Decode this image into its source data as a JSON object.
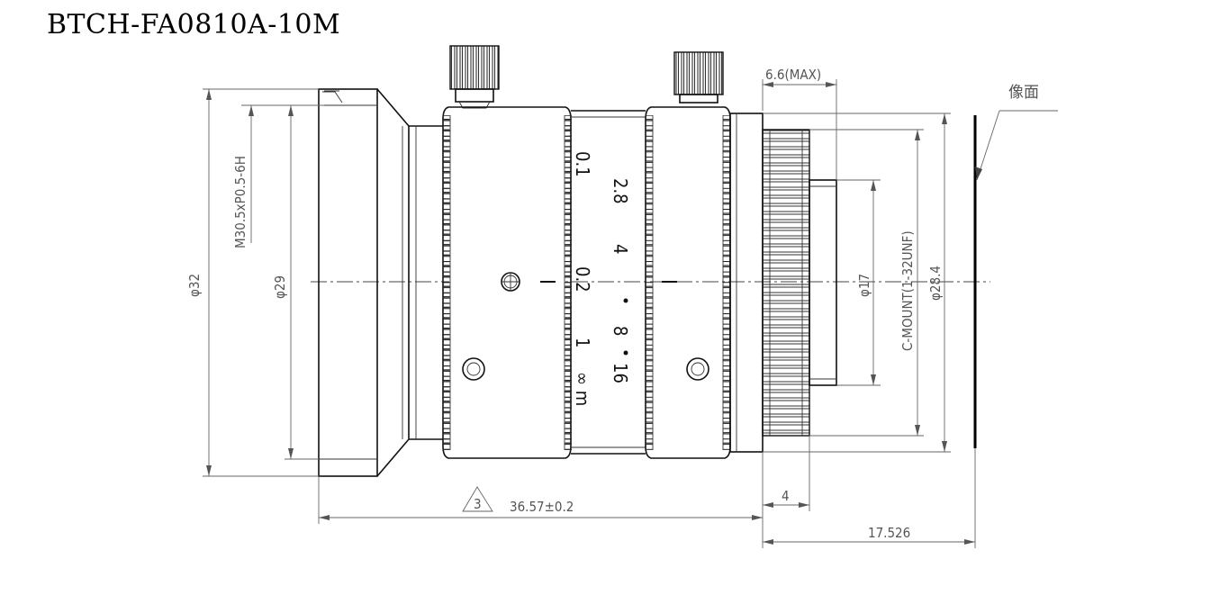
{
  "title": "BTCH-FA0810A-10M",
  "dimensions": {
    "thread": "M30.5xP0.5-6H",
    "phi32": "φ32",
    "phi29": "φ29",
    "max66": "6.6(MAX)",
    "image_plane": "像面",
    "phi17": "φ17",
    "cmount": "C-MOUNT(1-32UNF)",
    "phi284": "φ28.4",
    "length": "36.57±0.2",
    "note_num": "3",
    "four": "4",
    "flange": "17.526"
  },
  "focus_scale": [
    "0.1",
    "0.2",
    "1",
    "∞ m"
  ],
  "aperture_scale": [
    "2.8",
    "4",
    "8",
    "16"
  ]
}
